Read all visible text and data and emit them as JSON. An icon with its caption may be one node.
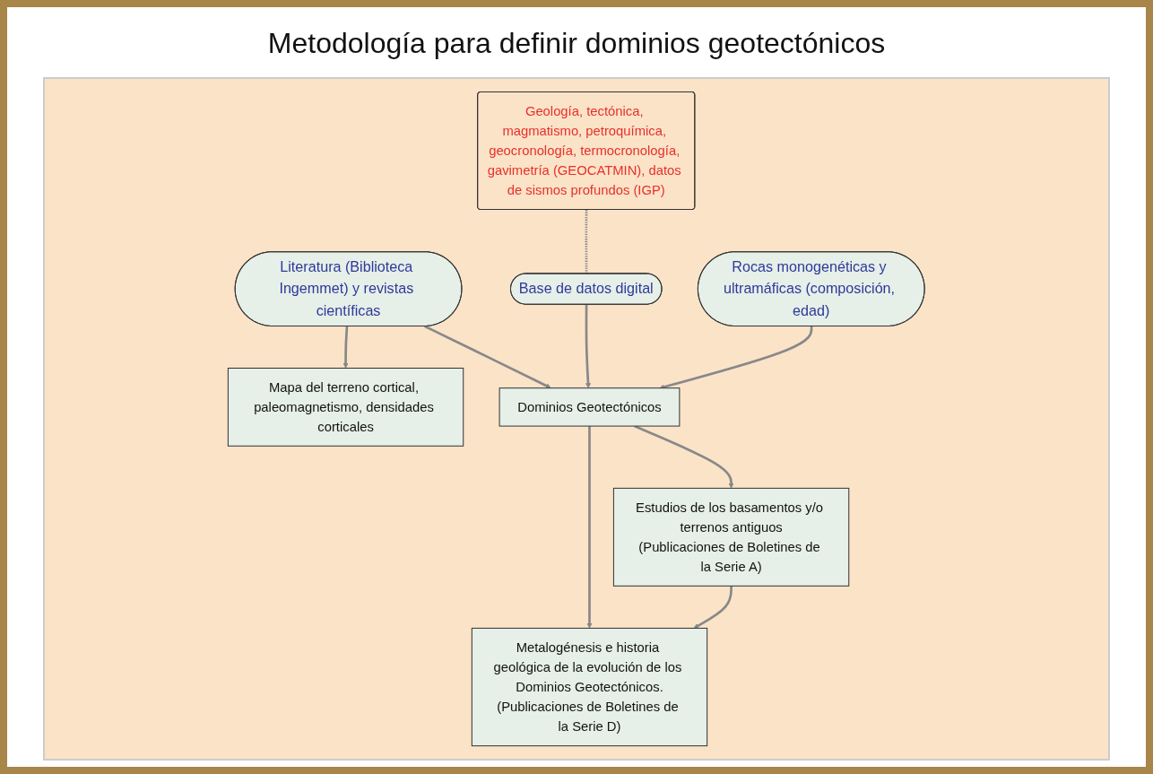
{
  "diagram": {
    "title": "Metodología para definir dominios geotectónicos",
    "nodes": [
      {
        "text": [
          "Literatura (Biblioteca Ingemmet) y revistas científicas"
        ]
      },
      {
        "text": [
          "Base de datos digital"
        ]
      },
      {
        "text": [
          "Geología, tectónica, magmatismo, petroquímica, geocronología, termocronología, gavimetría (GEOCATMIN), datos de sismos profundos (IGP)"
        ]
      },
      {
        "text": [
          "Mapa del terreno cortical, paleomagnetismo, densidades corticales"
        ]
      },
      {
        "text": [
          "Dominios Geotectónicos"
        ]
      },
      {
        "text": [
          "Rocas monogenéticas y ultramáficas (composición, edad)"
        ]
      },
      {
        "text": [
          "Estudios de los basamentos y/o terrenos antiguos",
          "(Publicaciones de Boletines de la Serie A)"
        ]
      },
      {
        "text": [
          "Metalogénesis e historia geológica de la evolución de los Dominios Geotectónicos.",
          "(Publicaciones de Boletines de la Serie D)"
        ]
      }
    ],
    "edges": [
      {
        "from": 1,
        "to": 2,
        "arrow": "none",
        "style": "dashed"
      },
      {
        "from": 0,
        "to": 3,
        "arrow": "to"
      },
      {
        "from": 0,
        "to": 4,
        "arrow": "to"
      },
      {
        "from": 1,
        "to": 4,
        "arrow": "to"
      },
      {
        "from": 5,
        "to": 4,
        "arrow": "to"
      },
      {
        "from": 4,
        "to": 6,
        "arrow": "to"
      },
      {
        "from": 4,
        "to": 7,
        "arrow": "to"
      },
      {
        "from": 6,
        "to": 7,
        "arrow": "to"
      }
    ]
  }
}
